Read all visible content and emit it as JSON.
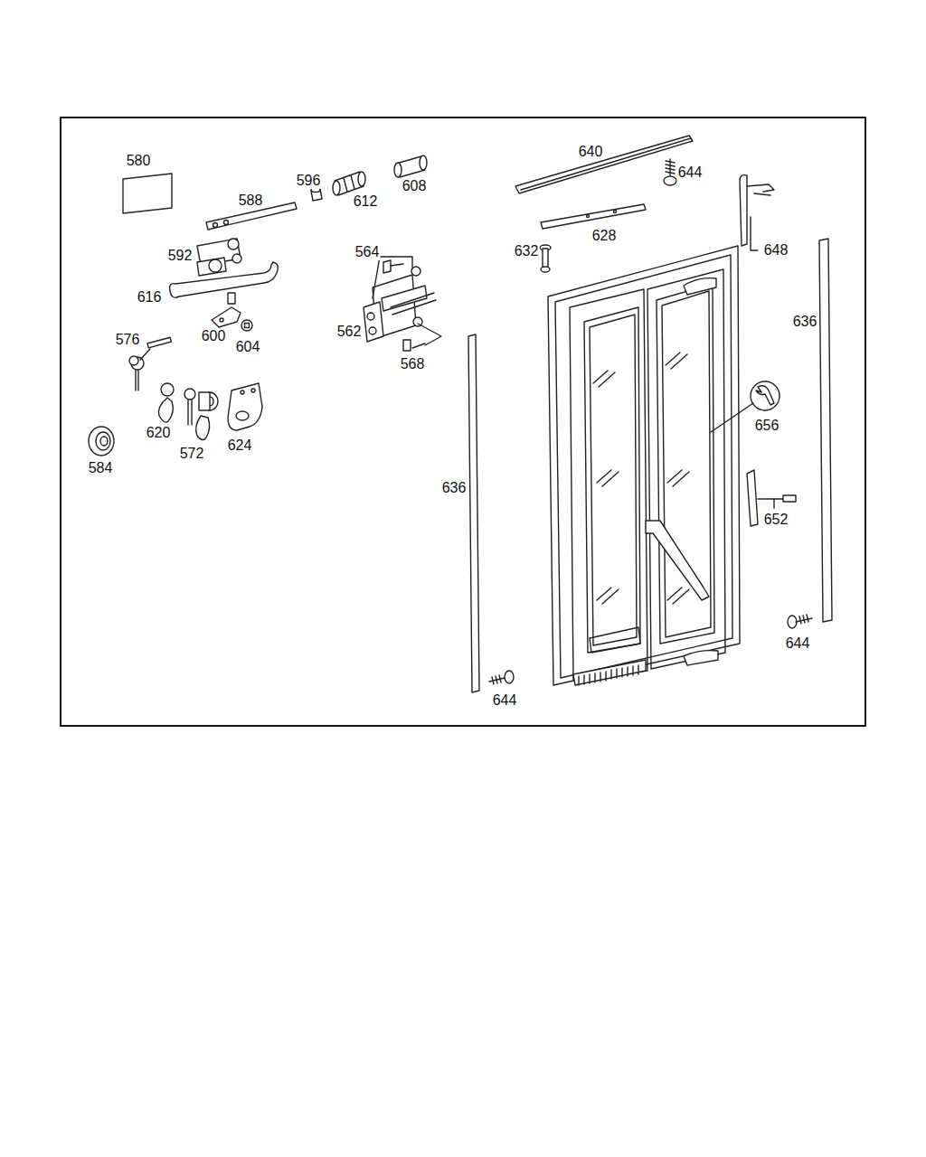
{
  "diagram": {
    "labels": [
      "580",
      "596",
      "608",
      "588",
      "612",
      "640",
      "644",
      "592",
      "564",
      "632",
      "628",
      "648",
      "616",
      "600",
      "604",
      "636",
      "562",
      "568",
      "576",
      "656",
      "620",
      "572",
      "624",
      "584",
      "636",
      "652",
      "644",
      "644"
    ]
  }
}
